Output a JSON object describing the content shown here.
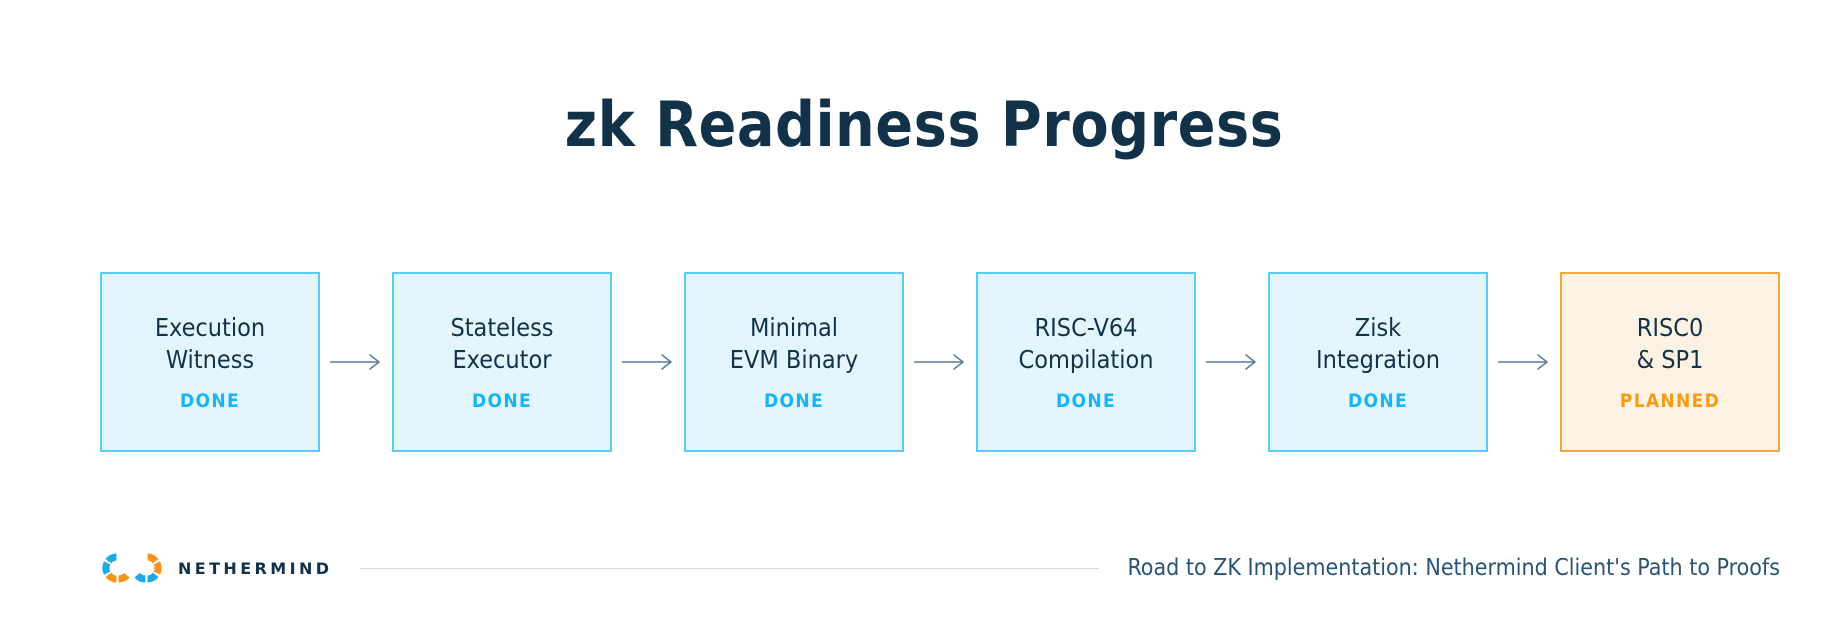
{
  "title": "zk Readiness Progress",
  "colors": {
    "title": "#12324a",
    "done_accent": "#18b4f5",
    "done_fill": "#e4f6fd",
    "done_border": "#5ccbf5",
    "planned_accent": "#f59b14",
    "planned_fill": "#fdf3e4",
    "planned_border": "#f2a93b",
    "arrow": "#5c7d99",
    "rule": "#d3d8dd",
    "brand_blue": "#1aabe8",
    "brand_orange": "#f7941e"
  },
  "flow": {
    "steps": [
      {
        "label": "Execution\nWitness",
        "status": "DONE",
        "state": "done"
      },
      {
        "label": "Stateless\nExecutor",
        "status": "DONE",
        "state": "done"
      },
      {
        "label": "Minimal\nEVM Binary",
        "status": "DONE",
        "state": "done"
      },
      {
        "label": "RISC-V64\nCompilation",
        "status": "DONE",
        "state": "done"
      },
      {
        "label": "Zisk\nIntegration",
        "status": "DONE",
        "state": "done"
      },
      {
        "label": "RISC0\n& SP1",
        "status": "PLANNED",
        "state": "planned"
      }
    ],
    "connector_icon": "arrow-right-icon"
  },
  "footer": {
    "logo_icon": "nethermind-logo-icon",
    "brand_name": "NETHERMIND",
    "tagline": "Road to ZK Implementation: Nethermind Client's Path to Proofs"
  }
}
